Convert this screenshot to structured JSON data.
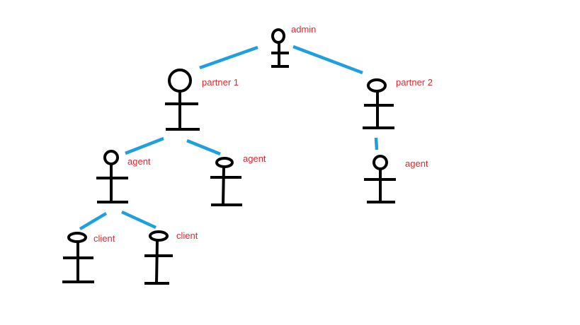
{
  "nodes": [
    {
      "id": "admin",
      "label": "admin"
    },
    {
      "id": "partner1",
      "label": "partner 1"
    },
    {
      "id": "partner2",
      "label": "partner 2"
    },
    {
      "id": "agent1",
      "label": "agent"
    },
    {
      "id": "agent2",
      "label": "agent"
    },
    {
      "id": "agent3",
      "label": "agent"
    },
    {
      "id": "client1",
      "label": "client"
    },
    {
      "id": "client2",
      "label": "client"
    }
  ],
  "edges": [
    {
      "from": "admin",
      "to": "partner1"
    },
    {
      "from": "admin",
      "to": "partner2"
    },
    {
      "from": "partner1",
      "to": "agent1"
    },
    {
      "from": "partner1",
      "to": "agent2"
    },
    {
      "from": "partner2",
      "to": "agent3"
    },
    {
      "from": "agent1",
      "to": "client1"
    },
    {
      "from": "agent1",
      "to": "client2"
    }
  ],
  "colors": {
    "connector": "#1e9fe0",
    "label": "#e8242c",
    "figure": "#000000",
    "background": "#ffffff"
  },
  "icons": {
    "node": "stick-figure-icon"
  }
}
